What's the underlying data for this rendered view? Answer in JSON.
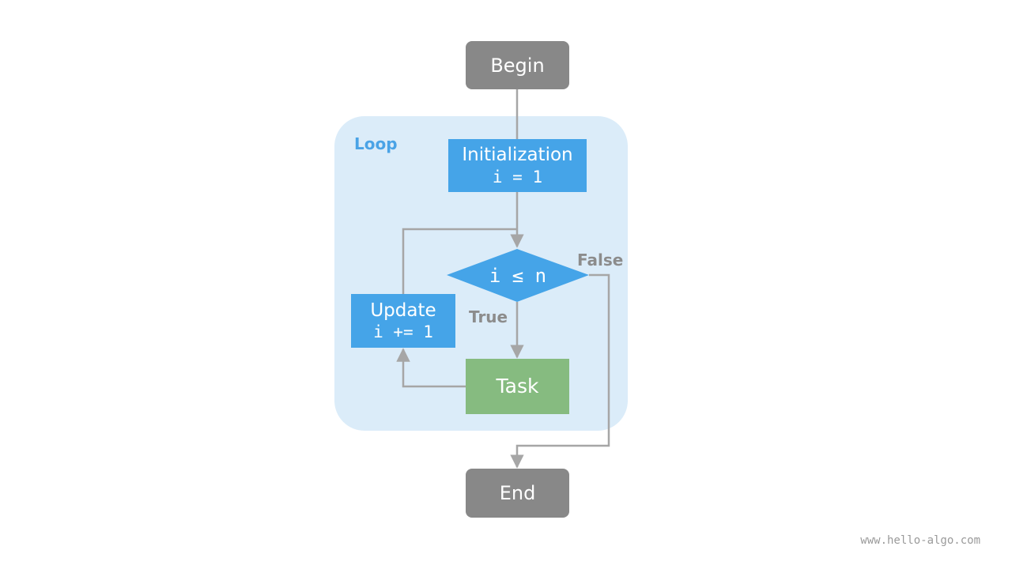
{
  "diagram": {
    "loop_label": "Loop",
    "nodes": {
      "begin": "Begin",
      "init_title": "Initialization",
      "init_expr": "i = 1",
      "condition": "i ≤ n",
      "update_title": "Update",
      "update_expr": "i += 1",
      "task": "Task",
      "end": "End"
    },
    "edge_labels": {
      "true": "True",
      "false": "False"
    },
    "colors": {
      "terminal": "#888888",
      "process": "#45a4e8",
      "task": "#86bb80",
      "loop_region": "#dbecf9",
      "loop_label": "#4aa3e6",
      "edge": "#a6a6a6",
      "edge_label": "#8c8c8c"
    }
  },
  "watermark": "www.hello-algo.com"
}
